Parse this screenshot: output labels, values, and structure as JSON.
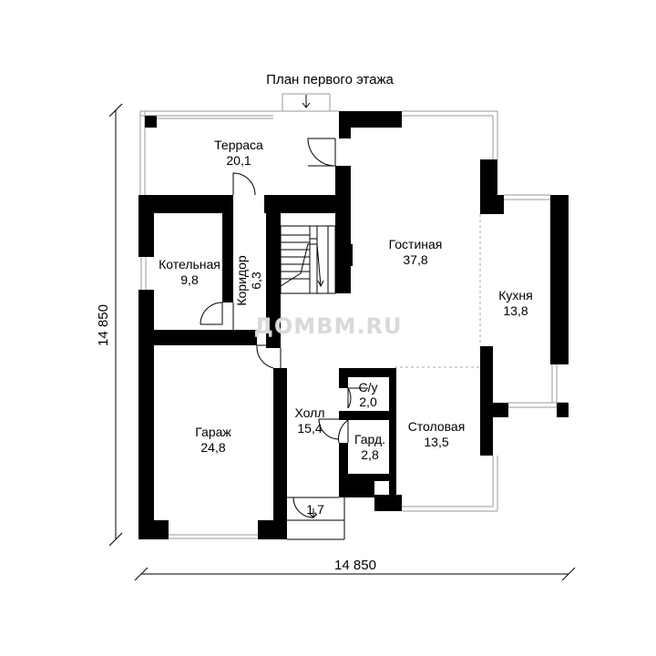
{
  "title": "План первого этажа",
  "watermark": "ДОМВМ.RU",
  "dimensions": {
    "width": "14 850",
    "height": "14 850"
  },
  "rooms": [
    {
      "id": "terrace",
      "name": "Терраса",
      "area": "20,1"
    },
    {
      "id": "boiler",
      "name": "Котельная",
      "area": "9,8"
    },
    {
      "id": "corridor",
      "name": "Коридор",
      "area": "6,3"
    },
    {
      "id": "living",
      "name": "Гостиная",
      "area": "37,8"
    },
    {
      "id": "kitchen",
      "name": "Кухня",
      "area": "13,8"
    },
    {
      "id": "garage",
      "name": "Гараж",
      "area": "24,8"
    },
    {
      "id": "wc",
      "name": "С/у",
      "area": "2,0"
    },
    {
      "id": "hall",
      "name": "Холл",
      "area": "15,4"
    },
    {
      "id": "wardrobe",
      "name": "Гард.",
      "area": "2,8"
    },
    {
      "id": "dining",
      "name": "Столовая",
      "area": "13,5"
    },
    {
      "id": "porch",
      "name": "",
      "area": "1,7"
    }
  ]
}
